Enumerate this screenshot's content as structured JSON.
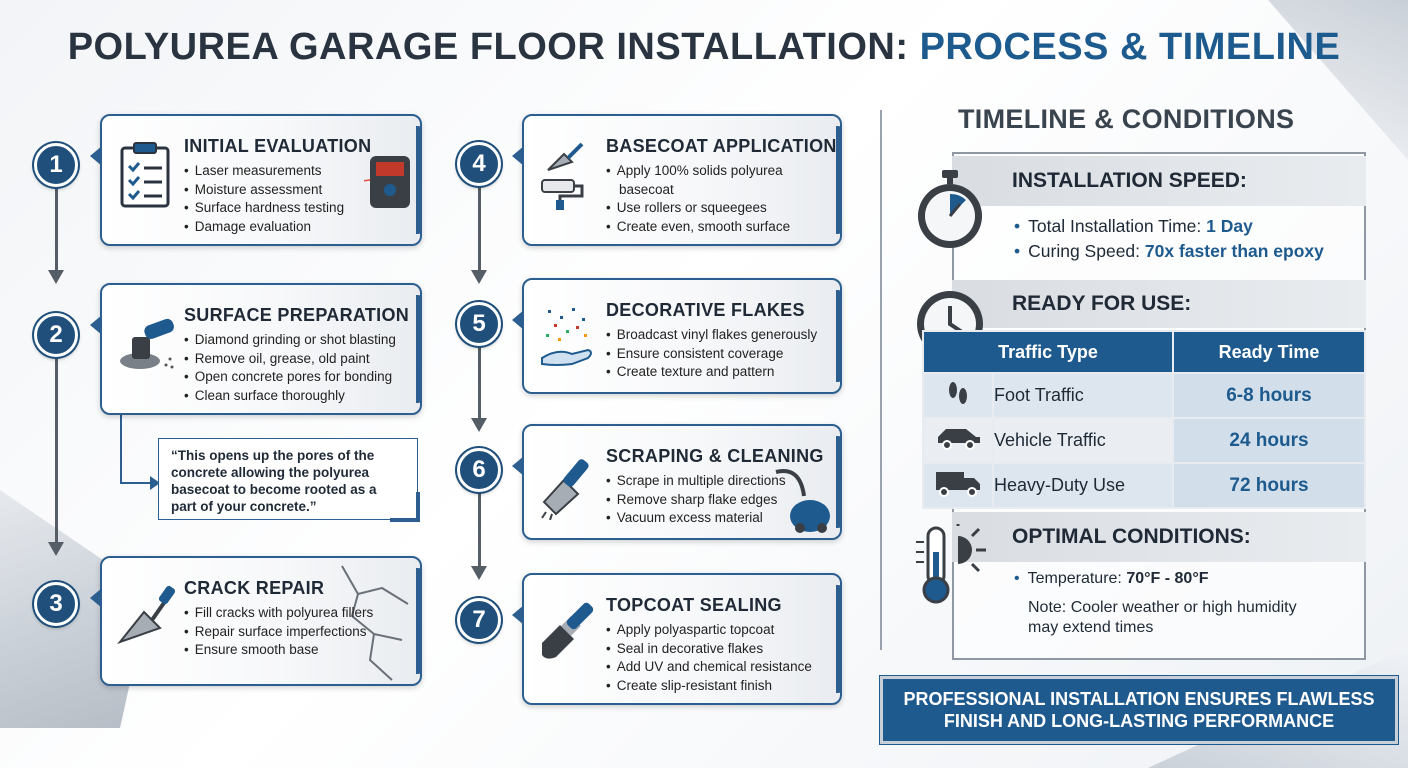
{
  "title": {
    "main": "POLYUREA GARAGE FLOOR INSTALLATION:",
    "accent": "PROCESS & TIMELINE"
  },
  "steps": [
    {
      "number": "1",
      "title": "INITIAL EVALUATION",
      "items": [
        "Laser measurements",
        "Moisture assessment",
        "Surface hardness testing",
        "Damage evaluation"
      ],
      "icon": "clipboard-icon"
    },
    {
      "number": "2",
      "title": "SURFACE PREPARATION",
      "items": [
        "Diamond grinding or shot blasting",
        "Remove oil, grease, old paint",
        "Open concrete pores for bonding",
        "Clean surface thoroughly"
      ],
      "icon": "grinder-icon"
    },
    {
      "number": "3",
      "title": "CRACK REPAIR",
      "items": [
        "Fill cracks with polyurea fillers",
        "Repair surface imperfections",
        "Ensure smooth base"
      ],
      "icon": "trowel-icon"
    },
    {
      "number": "4",
      "title": "BASECOAT APPLICATION",
      "items": [
        "Apply 100% solids polyurea",
        "basecoat",
        "Use rollers or squeegees",
        "Create even, smooth surface"
      ],
      "icon": "roller-icon"
    },
    {
      "number": "5",
      "title": "DECORATIVE FLAKES",
      "items": [
        "Broadcast vinyl flakes generously",
        "Ensure consistent coverage",
        "Create texture and pattern"
      ],
      "icon": "flakes-hand-icon"
    },
    {
      "number": "6",
      "title": "SCRAPING & CLEANING",
      "items": [
        "Scrape in multiple directions",
        "Remove sharp flake edges",
        "Vacuum excess material"
      ],
      "icon": "scraper-icon"
    },
    {
      "number": "7",
      "title": "TOPCOAT SEALING",
      "items": [
        "Apply polyaspartic topcoat",
        "Seal in decorative flakes",
        "Add UV and chemical resistance",
        "Create slip-resistant finish"
      ],
      "icon": "paintbrush-icon"
    }
  ],
  "quote": "“This opens up the pores of the concrete allowing the polyurea basecoat to become rooted as a part of your concrete.”",
  "timeline": {
    "title": "TIMELINE & CONDITIONS",
    "speed": {
      "heading": "INSTALLATION SPEED:",
      "total_label": "Total Installation Time:",
      "total_value": "1 Day",
      "curing_label": "Curing Speed:",
      "curing_value": "70x faster than epoxy"
    },
    "ready": {
      "heading": "READY FOR USE:",
      "col_type": "Traffic Type",
      "col_time": "Ready Time",
      "rows": [
        {
          "icon": "footprints-icon",
          "type": "Foot Traffic",
          "time": "6-8 hours"
        },
        {
          "icon": "car-icon",
          "type": "Vehicle Traffic",
          "time": "24 hours"
        },
        {
          "icon": "truck-icon",
          "type": "Heavy-Duty Use",
          "time": "72 hours"
        }
      ]
    },
    "conditions": {
      "heading": "OPTIMAL CONDITIONS:",
      "temp_label": "Temperature:",
      "temp_value": "70°F - 80°F",
      "note_line1": "Note: Cooler weather or high humidity",
      "note_line2": "may extend times"
    }
  },
  "banner": {
    "line1": "PROFESSIONAL INSTALLATION ENSURES FLAWLESS",
    "line2": "FINISH AND LONG-LASTING PERFORMANCE"
  },
  "colors": {
    "primary": "#1f5a8f",
    "accent": "#1d5a8e",
    "text": "#1f2a36"
  }
}
